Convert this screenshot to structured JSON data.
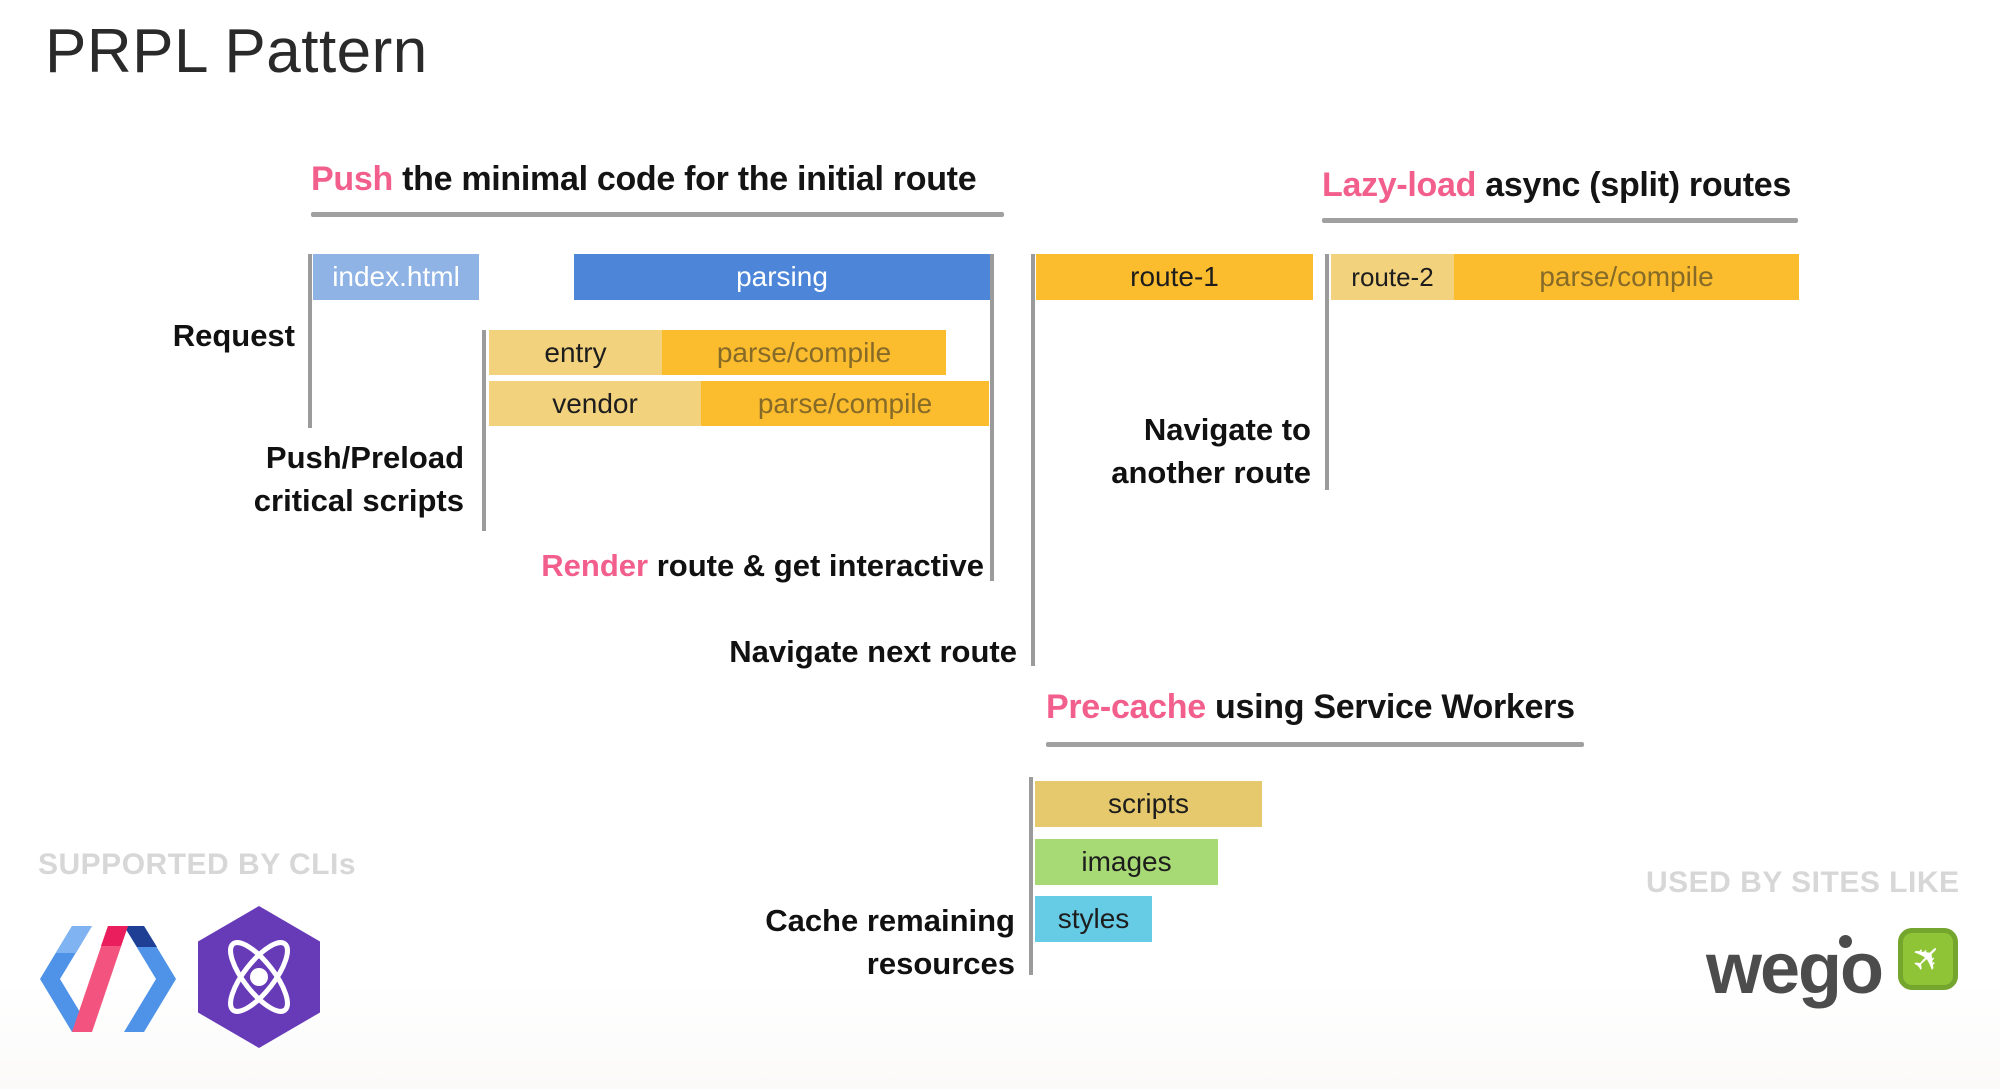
{
  "page": {
    "title": "PRPL Pattern"
  },
  "headings": {
    "push": {
      "highlight": "Push",
      "rest": " the minimal code for the initial route"
    },
    "lazy": {
      "highlight": "Lazy-load",
      "rest": " async (split) routes"
    },
    "precache": {
      "highlight": "Pre-cache",
      "rest": " using Service Workers"
    }
  },
  "labels": {
    "request": "Request",
    "push_preload_line1": "Push/Preload",
    "push_preload_line2": "critical scripts",
    "render_highlight": "Render",
    "render_rest": " route & get interactive",
    "navigate_next": "Navigate next route",
    "navigate_another_line1": "Navigate to",
    "navigate_another_line2": "another route",
    "cache_line1": "Cache remaining",
    "cache_line2": "resources"
  },
  "bars": {
    "index_html": "index.html",
    "parsing": "parsing",
    "entry": "entry",
    "vendor": "vendor",
    "parse_compile": "parse/compile",
    "route1": "route-1",
    "route2": "route-2",
    "scripts": "scripts",
    "images": "images",
    "styles": "styles"
  },
  "footer": {
    "supported": "SUPPORTED BY CLIs",
    "used": "USED BY SITES LIKE",
    "wego": "wego"
  },
  "icons": {
    "airplane": "✈",
    "polymer_logo": "polymer-logo",
    "preact_logo": "preact-logo",
    "wego_logo": "wego-logo"
  },
  "colors": {
    "accent_pink": "#f25f8d",
    "bar_blue_light": "#8fb3e4",
    "bar_blue": "#4d86d8",
    "bar_yellow_light": "#f3d27d",
    "bar_yellow": "#fbbc2e",
    "bar_tan": "#e7c96d",
    "bar_green": "#a7d975",
    "bar_cyan": "#66cbe4",
    "line_gray": "#9b9b9b",
    "rule_gray": "#a0a0a0"
  }
}
